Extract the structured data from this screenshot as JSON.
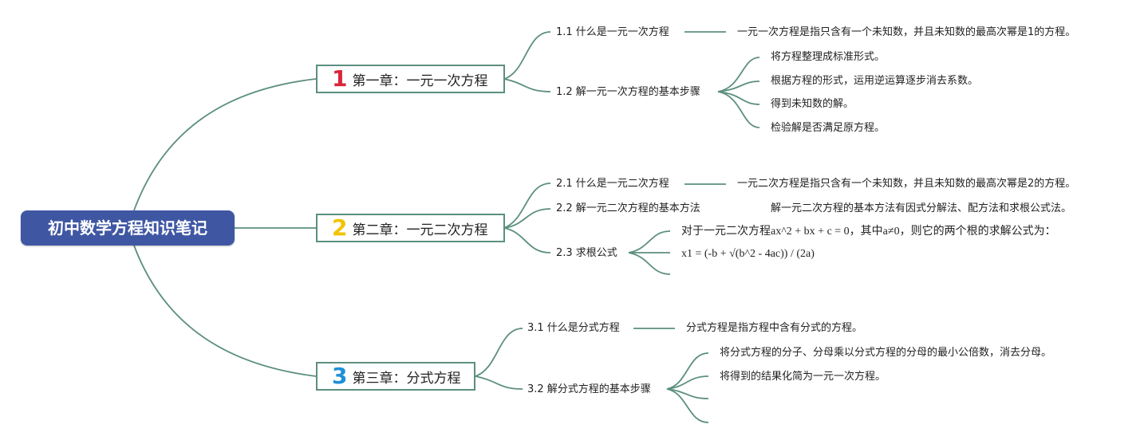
{
  "root": {
    "title": "初中数学方程知识笔记"
  },
  "chapters": [
    {
      "num": "1",
      "num_color": "#d9253b",
      "title": "第一章：一元一次方程",
      "sections": [
        {
          "label": "1.1 什么是一元一次方程",
          "details": [
            "一元一次方程是指只含有一个未知数，并且未知数的最高次幂是1的方程。"
          ]
        },
        {
          "label": "1.2 解一元一次方程的基本步骤",
          "details": [
            "将方程整理成标准形式。",
            "根据方程的形式，运用逆运算逐步消去系数。",
            "得到未知数的解。",
            "检验解是否满足原方程。"
          ]
        }
      ]
    },
    {
      "num": "2",
      "num_color": "#f2c300",
      "title": "第二章：一元二次方程",
      "sections": [
        {
          "label": "2.1 什么是一元二次方程",
          "details": [
            "一元二次方程是指只含有一个未知数，并且未知数的最高次幂是2的方程。"
          ]
        },
        {
          "label": "2.2 解一元二次方程的基本方法",
          "details": [
            "解一元二次方程的基本方法有因式分解法、配方法和求根公式法。"
          ]
        },
        {
          "label": "2.3 求根公式",
          "details": [
            "对于一元二次方程ax^2 + bx + c = 0，其中a≠0，则它的两个根的求解公式为：",
            "x1 = (-b + √(b^2 - 4ac)) / (2a)",
            ""
          ]
        }
      ]
    },
    {
      "num": "3",
      "num_color": "#1e90d8",
      "title": "第三章：分式方程",
      "sections": [
        {
          "label": "3.1 什么是分式方程",
          "details": [
            "分式方程是指方程中含有分式的方程。"
          ]
        },
        {
          "label": "3.2 解分式方程的基本步骤",
          "details": [
            "将分式方程的分子、分母乘以分式方程的分母的最小公倍数，消去分母。",
            "将得到的结果化简为一元一次方程。",
            "",
            ""
          ]
        }
      ]
    }
  ]
}
